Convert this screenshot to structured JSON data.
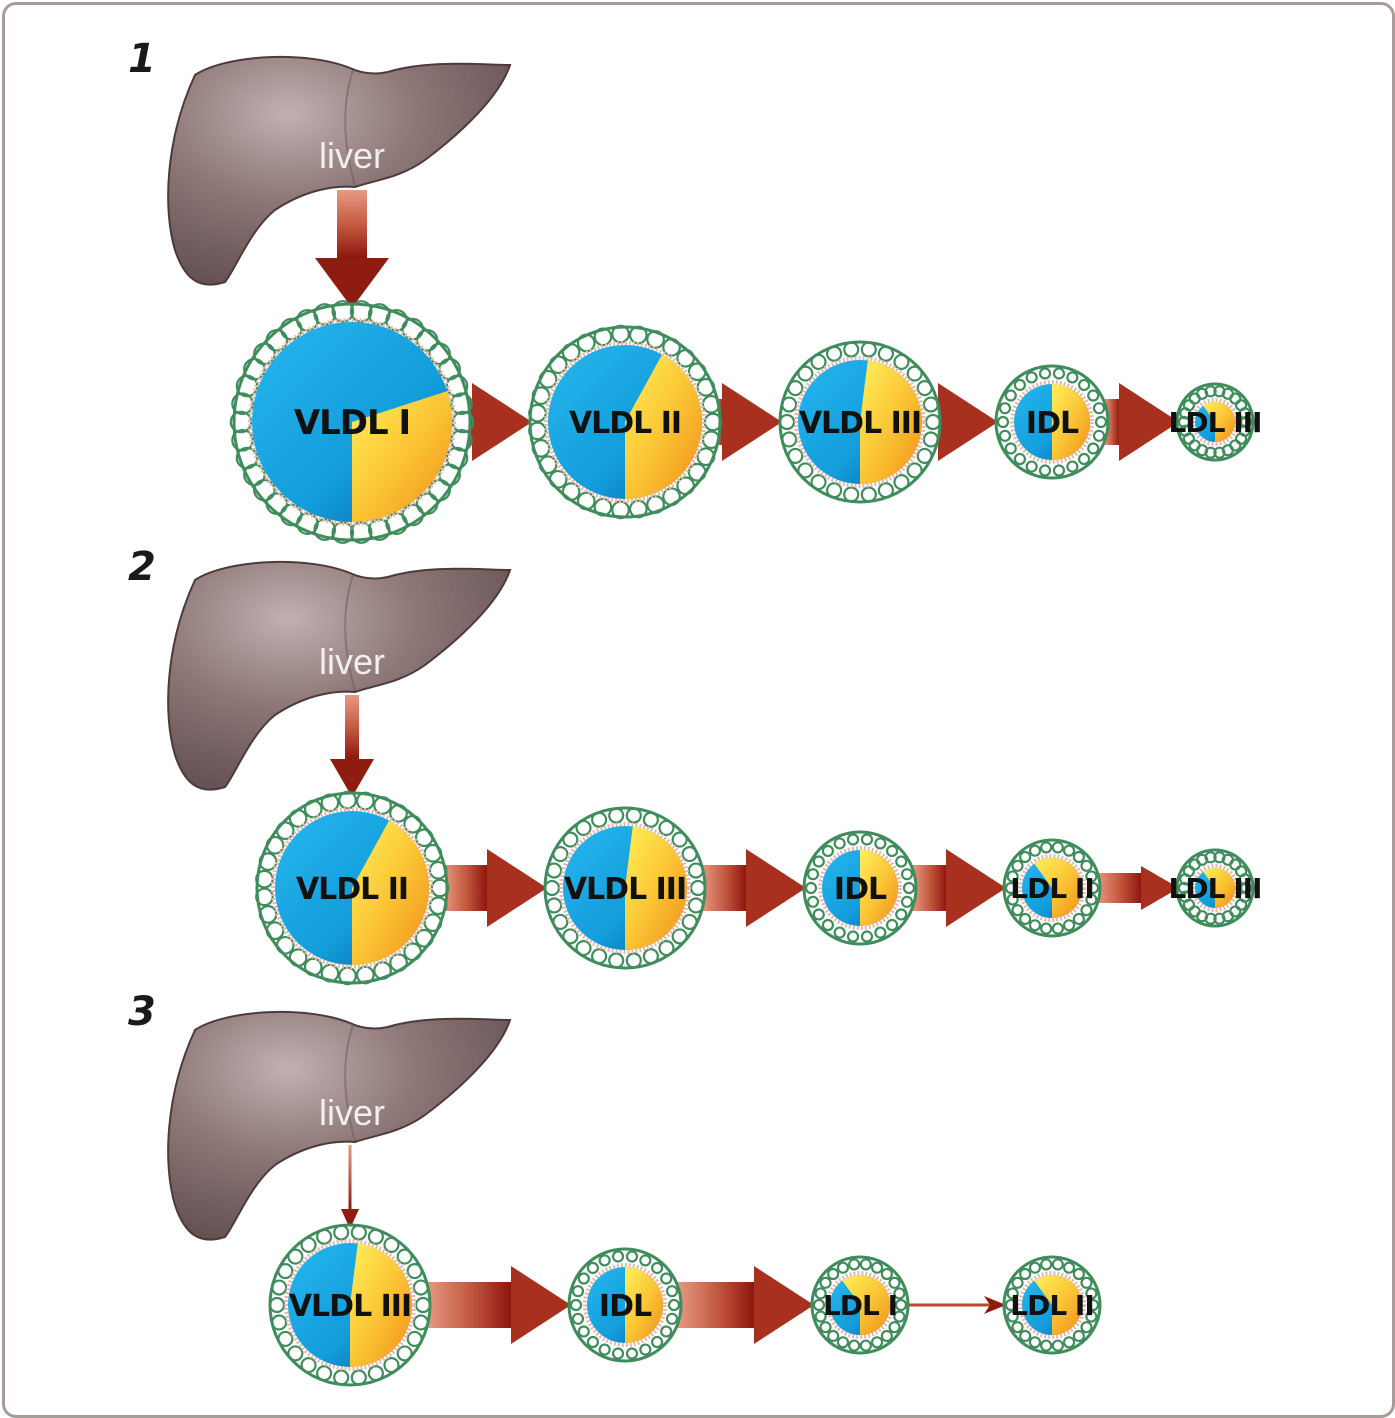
{
  "figure": {
    "colors": {
      "frame": "#a89c98",
      "liver": "#7a6668",
      "liver_highlight": "#b9a6a6",
      "arrow_dark": "#8f1c10",
      "arrow_light": "#e59a82",
      "core_blue": "#1aa3e0",
      "core_blue_dark": "#0b6fb5",
      "core_yellow": "#fbd53a",
      "core_orange": "#f3a21e",
      "shell_green": "#3f8c5c",
      "membrane": "#e3b9b0"
    },
    "panels": [
      {
        "number": "1",
        "liver_label": "liver",
        "secretion_arrow": "thick",
        "particles": [
          {
            "label": "VLDL I",
            "size": "xl",
            "yellow_fraction": 0.3
          },
          {
            "label": "VLDL II",
            "size": "l",
            "yellow_fraction": 0.42
          },
          {
            "label": "VLDL III",
            "size": "m",
            "yellow_fraction": 0.48
          },
          {
            "label": "IDL",
            "size": "s",
            "yellow_fraction": 0.5
          },
          {
            "label": "LDL III",
            "size": "xxs",
            "yellow_fraction": 0.6
          }
        ],
        "arrows": [
          "thick",
          "thick",
          "thick",
          "thick"
        ]
      },
      {
        "number": "2",
        "liver_label": "liver",
        "secretion_arrow": "medium",
        "particles": [
          {
            "label": "VLDL II",
            "size": "l",
            "yellow_fraction": 0.42
          },
          {
            "label": "VLDL III",
            "size": "m",
            "yellow_fraction": 0.48
          },
          {
            "label": "IDL",
            "size": "s",
            "yellow_fraction": 0.5
          },
          {
            "label": "LDL II",
            "size": "xs",
            "yellow_fraction": 0.6
          },
          {
            "label": "LDL III",
            "size": "xxs",
            "yellow_fraction": 0.6
          }
        ],
        "arrows": [
          "thick",
          "thick",
          "thick",
          "medium"
        ]
      },
      {
        "number": "3",
        "liver_label": "liver",
        "secretion_arrow": "thin",
        "particles": [
          {
            "label": "VLDL III",
            "size": "m",
            "yellow_fraction": 0.48
          },
          {
            "label": "IDL",
            "size": "s",
            "yellow_fraction": 0.5
          },
          {
            "label": "LDL I",
            "size": "xs",
            "yellow_fraction": 0.6
          },
          {
            "label": "LDL II",
            "size": "xs",
            "yellow_fraction": 0.6
          }
        ],
        "arrows": [
          "thick",
          "thick",
          "thin"
        ]
      }
    ]
  }
}
